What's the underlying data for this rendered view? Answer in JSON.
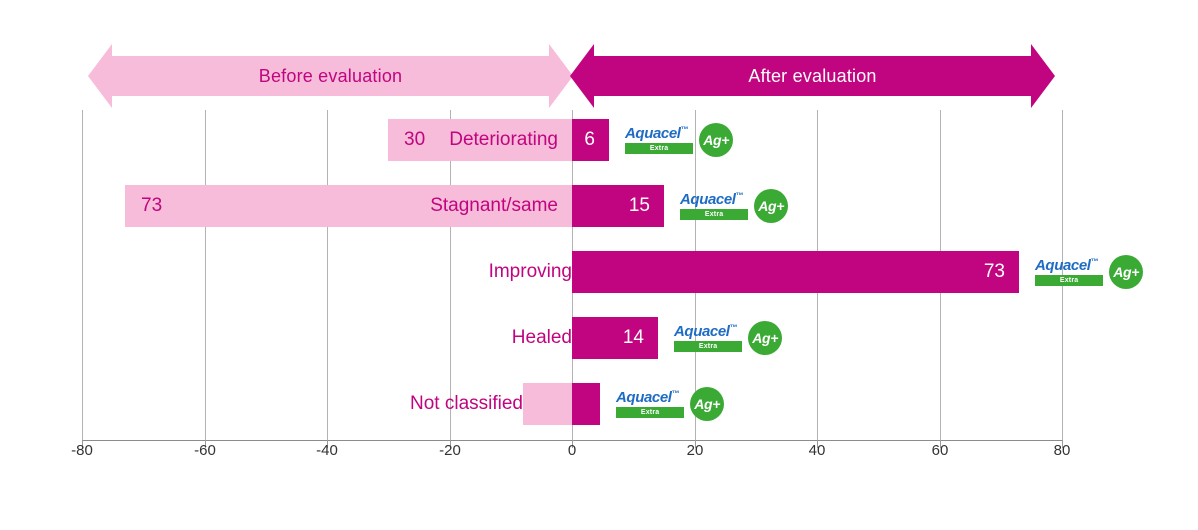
{
  "banners": {
    "before": {
      "label": "Before evaluation",
      "color": "#f6bcd9",
      "text_color": "#c1047f"
    },
    "after": {
      "label": "After evaluation",
      "color": "#c1047f",
      "text_color": "#ffffff"
    }
  },
  "logo": {
    "word": "Aquacel",
    "tm": "™",
    "extra": "Extra",
    "badge": "Ag+",
    "word_color": "#1f6cc4",
    "green": "#3aaa35"
  },
  "chart_data": {
    "type": "bar",
    "orientation": "horizontal",
    "style": "diverging",
    "title": "",
    "xlabel": "",
    "ylabel": "",
    "xlim": [
      -80,
      80
    ],
    "xticks": [
      -80,
      -60,
      -40,
      -20,
      0,
      20,
      40,
      60,
      80
    ],
    "xtick_labels": [
      "-80",
      "-60",
      "-40",
      "-20",
      "0",
      "20",
      "40",
      "60",
      "80"
    ],
    "grid": true,
    "legend": "none",
    "categories": [
      "Deteriorating",
      "Stagnant/same",
      "Improving",
      "Healed",
      "Not classified"
    ],
    "series": [
      {
        "name": "Before evaluation",
        "color": "#f6bcd9",
        "values": [
          -30,
          -73,
          0,
          0,
          -8
        ],
        "labels": [
          "30",
          "73",
          "",
          "",
          ""
        ]
      },
      {
        "name": "After evaluation",
        "color": "#c1047f",
        "values": [
          6,
          15,
          73,
          14,
          4.5
        ],
        "labels": [
          "6",
          "15",
          "73",
          "14",
          ""
        ]
      }
    ]
  }
}
